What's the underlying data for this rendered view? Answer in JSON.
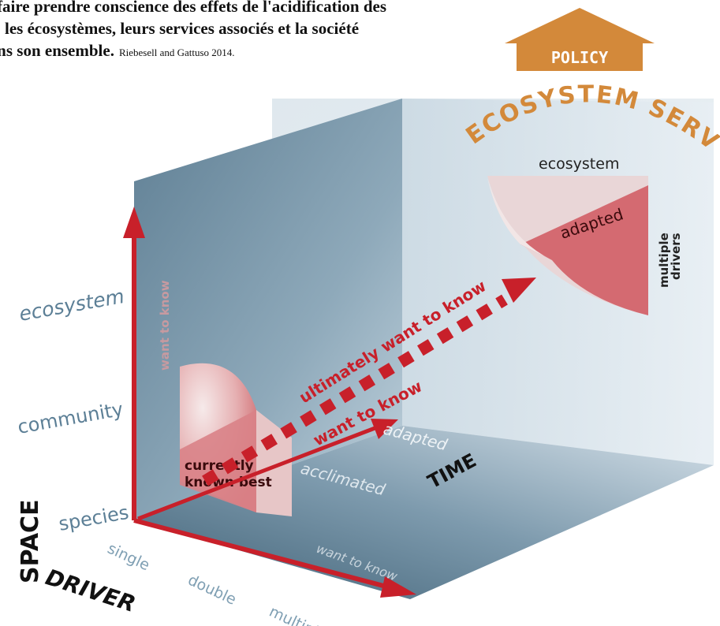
{
  "caption": {
    "line1": "faire prendre conscience des effets de l'acidification des",
    "line2": "les écosystèmes, leurs services associés et la société",
    "line3": "dans son ensemble.",
    "citation": "Riebesell and Gattuso 2014."
  },
  "policy": {
    "label": "POLICY"
  },
  "ecosystem_services": {
    "label": "ECOSYSTEM SERVICES"
  },
  "space_axis": {
    "title": "SPACE",
    "levels": [
      "species",
      "community",
      "ecosystem"
    ],
    "arrow_label": "want to know"
  },
  "driver_axis": {
    "title": "DRIVER",
    "levels": [
      "single",
      "double",
      "multiple"
    ],
    "arrow_label": "want to know"
  },
  "time_axis": {
    "title": "TIME",
    "levels": [
      "acclimated",
      "adapted"
    ],
    "arrow_label": "want to know"
  },
  "known_best": {
    "label_line1": "currently",
    "label_line2": "known best"
  },
  "ultimate": {
    "label": "ultimately want to know"
  },
  "far_block": {
    "top": "ecosystem",
    "side": "adapted",
    "right_line1": "multiple",
    "right_line2": "drivers"
  },
  "colors": {
    "red": "#c8202a",
    "orange": "#d3893a",
    "cube_dark": "#4a6a80",
    "cube_light": "#dde7ee"
  }
}
